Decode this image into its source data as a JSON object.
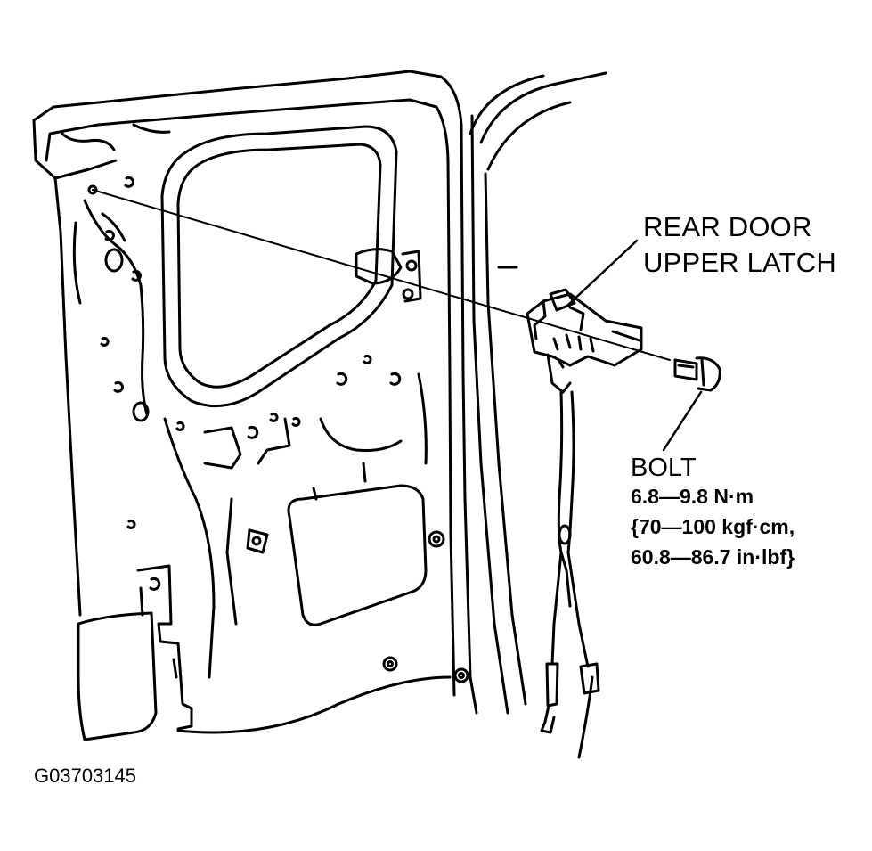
{
  "callouts": {
    "latch_line1": "REAR DOOR",
    "latch_line2": "UPPER LATCH",
    "bolt_name": "BOLT",
    "torque_nm": "6.8—9.8 N·m",
    "torque_kgf": "{70—100 kgf·cm,",
    "torque_inlbf": "60.8—86.7 in·lbf}"
  },
  "figure_id": "G03703145"
}
